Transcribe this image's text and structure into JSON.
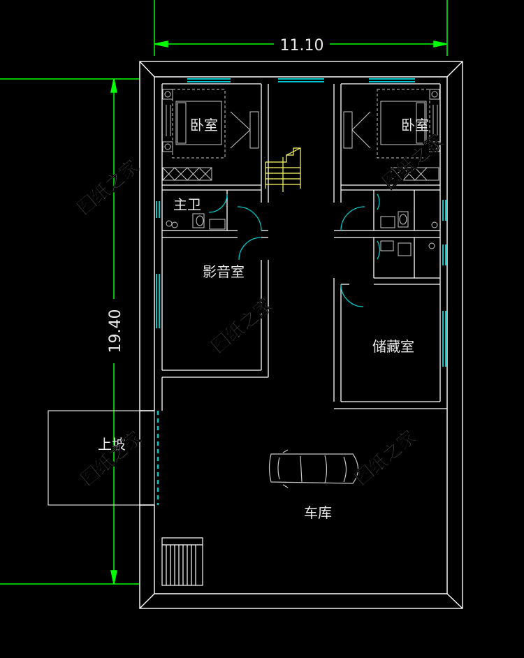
{
  "dimensions": {
    "width": "11.10",
    "depth": "19.40"
  },
  "rooms": {
    "bedroom_left": "卧室",
    "bedroom_right": "卧室",
    "master_bath": "主卫",
    "av_room": "影音室",
    "storage": "储藏室",
    "garage": "车库",
    "ramp": "上坡"
  },
  "watermark": "图纸之家",
  "colors": {
    "background": "#000000",
    "wall": "#ffffff",
    "dimension": "#00ff00",
    "window": "#00c8c8",
    "stair": "#ffff66",
    "furniture": "#c8c8c8"
  }
}
